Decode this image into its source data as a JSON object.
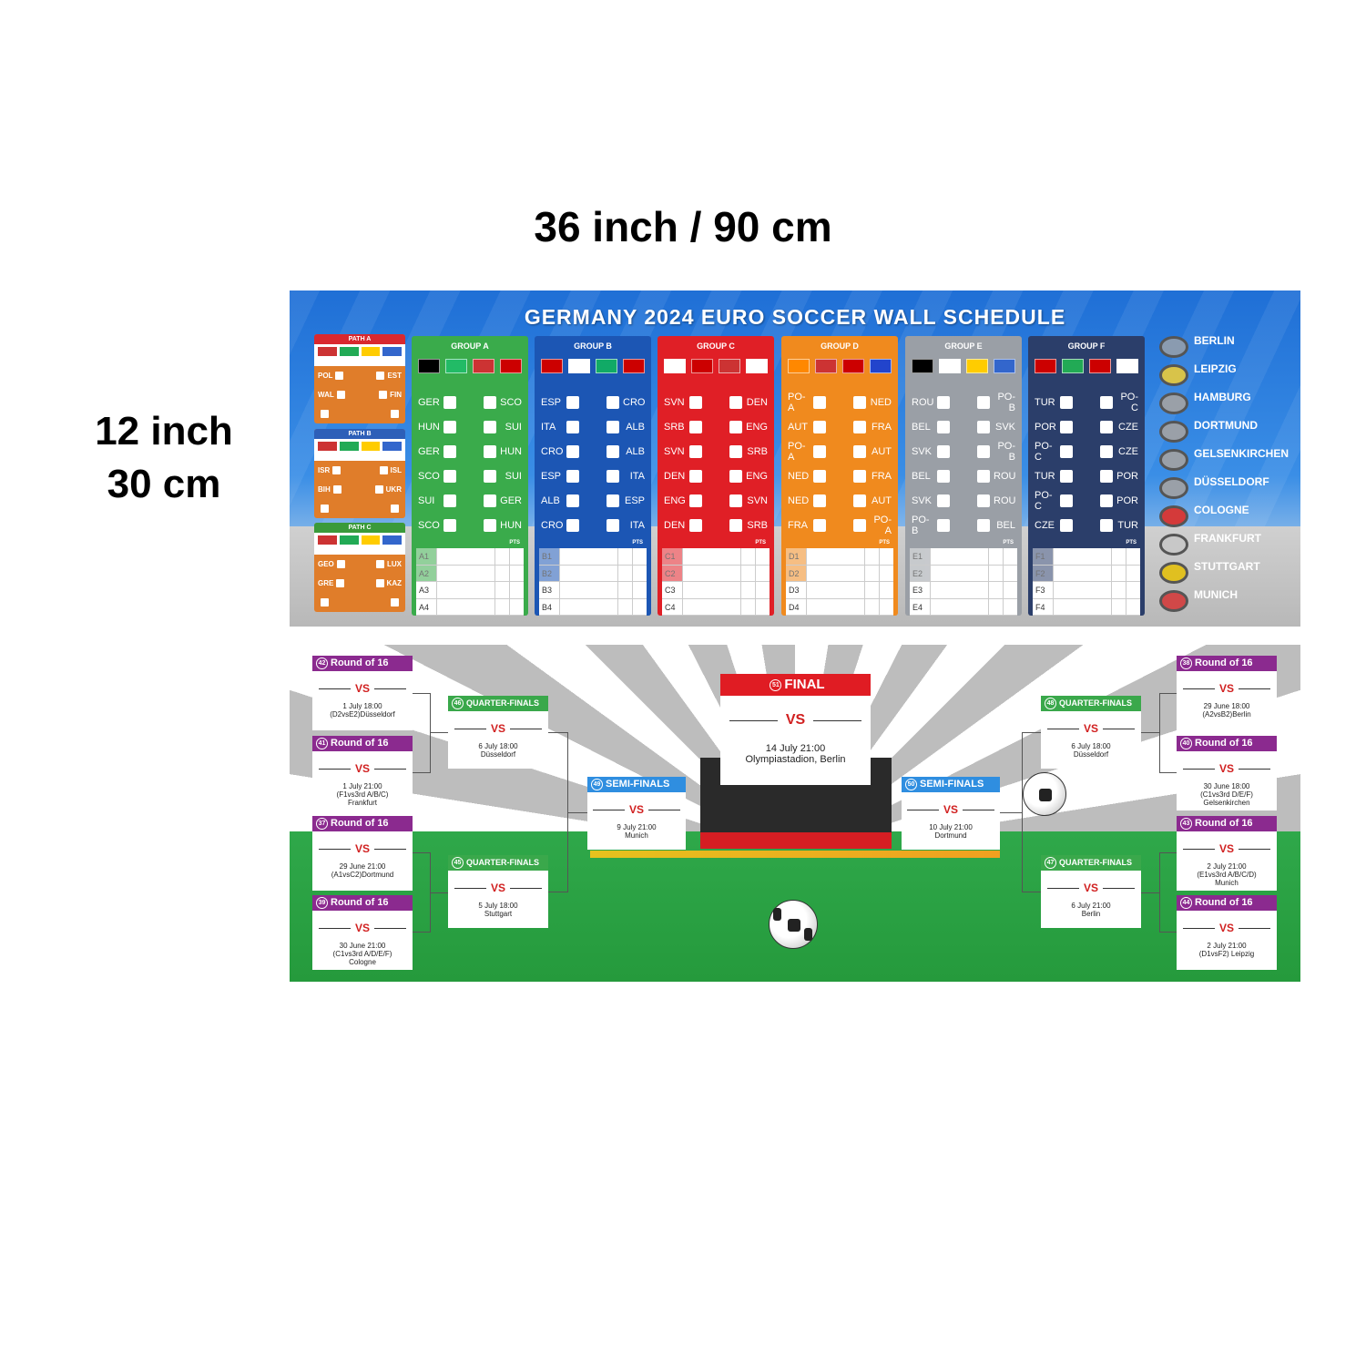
{
  "dimensions": {
    "width_label": "36 inch / 90 cm",
    "height_label_1": "12 inch",
    "height_label_2": "30 cm"
  },
  "poster_top": {
    "title": "GERMANY 2024 EURO SOCCER WALL SCHEDULE",
    "paths": [
      {
        "label": "PATH A",
        "color": "#d9282f",
        "body": "#e07d2a",
        "rows": [
          [
            "POL",
            "EST"
          ],
          [
            "WAL",
            "FIN"
          ],
          [
            "",
            ""
          ]
        ]
      },
      {
        "label": "PATH B",
        "color": "#2d5fb8",
        "body": "#e07d2a",
        "rows": [
          [
            "ISR",
            "ISL"
          ],
          [
            "BIH",
            "UKR"
          ],
          [
            "",
            ""
          ]
        ]
      },
      {
        "label": "PATH C",
        "color": "#3a9a3a",
        "body": "#e07d2a",
        "rows": [
          [
            "GEO",
            "LUX"
          ],
          [
            "GRE",
            "KAZ"
          ],
          [
            "",
            ""
          ]
        ]
      }
    ],
    "groups": [
      {
        "label": "GROUP A",
        "color": "#3aab4b",
        "rows": [
          [
            "GER",
            "SCO"
          ],
          [
            "HUN",
            "SUI"
          ],
          [
            "GER",
            "HUN"
          ],
          [
            "SCO",
            "SUI"
          ],
          [
            "SUI",
            "GER"
          ],
          [
            "SCO",
            "HUN"
          ]
        ],
        "table": [
          "A1",
          "A2",
          "A3",
          "A4"
        ]
      },
      {
        "label": "GROUP B",
        "color": "#1c56b4",
        "rows": [
          [
            "ESP",
            "CRO"
          ],
          [
            "ITA",
            "ALB"
          ],
          [
            "CRO",
            "ALB"
          ],
          [
            "ESP",
            "ITA"
          ],
          [
            "ALB",
            "ESP"
          ],
          [
            "CRO",
            "ITA"
          ]
        ],
        "table": [
          "B1",
          "B2",
          "B3",
          "B4"
        ]
      },
      {
        "label": "GROUP C",
        "color": "#e01f26",
        "rows": [
          [
            "SVN",
            "DEN"
          ],
          [
            "SRB",
            "ENG"
          ],
          [
            "SVN",
            "SRB"
          ],
          [
            "DEN",
            "ENG"
          ],
          [
            "ENG",
            "SVN"
          ],
          [
            "DEN",
            "SRB"
          ]
        ],
        "table": [
          "C1",
          "C2",
          "C3",
          "C4"
        ]
      },
      {
        "label": "GROUP D",
        "color": "#f08a1e",
        "rows": [
          [
            "PO-A",
            "NED"
          ],
          [
            "AUT",
            "FRA"
          ],
          [
            "PO-A",
            "AUT"
          ],
          [
            "NED",
            "FRA"
          ],
          [
            "NED",
            "AUT"
          ],
          [
            "FRA",
            "PO-A"
          ]
        ],
        "table": [
          "D1",
          "D2",
          "D3",
          "D4"
        ]
      },
      {
        "label": "GROUP E",
        "color": "#9a9fa6",
        "rows": [
          [
            "ROU",
            "PO-B"
          ],
          [
            "BEL",
            "SVK"
          ],
          [
            "SVK",
            "PO-B"
          ],
          [
            "BEL",
            "ROU"
          ],
          [
            "SVK",
            "ROU"
          ],
          [
            "PO-B",
            "BEL"
          ]
        ],
        "table": [
          "E1",
          "E2",
          "E3",
          "E4"
        ]
      },
      {
        "label": "GROUP F",
        "color": "#2b3e6a",
        "rows": [
          [
            "TUR",
            "PO-C"
          ],
          [
            "POR",
            "CZE"
          ],
          [
            "PO-C",
            "CZE"
          ],
          [
            "TUR",
            "POR"
          ],
          [
            "PO-C",
            "POR"
          ],
          [
            "CZE",
            "TUR"
          ]
        ],
        "table": [
          "F1",
          "F2",
          "F3",
          "F4"
        ]
      }
    ],
    "pts_label": "PTS",
    "cities": [
      "BERLIN",
      "LEIPZIG",
      "HAMBURG",
      "DORTMUND",
      "GELSENKIRCHEN",
      "DÜSSELDORF",
      "COLOGNE",
      "FRANKFURT",
      "STUTTGART",
      "MUNICH"
    ]
  },
  "poster_bottom": {
    "vs": "VS",
    "final": {
      "label": "FINAL",
      "num": "51",
      "date": "14 July 21:00",
      "venue": "Olympiastadion, Berlin"
    },
    "semis": [
      {
        "num": "49",
        "label": "SEMI-FINALS",
        "date": "9 July 21:00",
        "venue": "Munich"
      },
      {
        "num": "50",
        "label": "SEMI-FINALS",
        "date": "10 July 21:00",
        "venue": "Dortmund"
      }
    ],
    "quarters": [
      {
        "num": "46",
        "label": "QUARTER-FINALS",
        "date": "6 July 18:00",
        "venue": "Düsseldorf"
      },
      {
        "num": "45",
        "label": "QUARTER-FINALS",
        "date": "5 July 18:00",
        "venue": "Stuttgart"
      },
      {
        "num": "48",
        "label": "QUARTER-FINALS",
        "date": "6 July 18:00",
        "venue": "Düsseldorf"
      },
      {
        "num": "47",
        "label": "QUARTER-FINALS",
        "date": "6 July 21:00",
        "venue": "Berlin"
      }
    ],
    "round16": [
      {
        "num": "42",
        "label": "Round of 16",
        "l1": "1 July 18:00",
        "l2": "(D2vsE2)Düsseldorf",
        "l3": ""
      },
      {
        "num": "41",
        "label": "Round of 16",
        "l1": "1 July 21:00",
        "l2": "(F1vs3rd A/B/C)",
        "l3": "Frankfurt"
      },
      {
        "num": "37",
        "label": "Round of 16",
        "l1": "29 June 21:00",
        "l2": "(A1vsC2)Dortmund",
        "l3": ""
      },
      {
        "num": "39",
        "label": "Round of 16",
        "l1": "30 June 21:00",
        "l2": "(C1vs3rd A/D/E/F)",
        "l3": "Cologne"
      },
      {
        "num": "38",
        "label": "Round of 16",
        "l1": "29 June 18:00",
        "l2": "(A2vsB2)Berlin",
        "l3": ""
      },
      {
        "num": "40",
        "label": "Round of 16",
        "l1": "30 June 18:00",
        "l2": "(C1vs3rd D/E/F)",
        "l3": "Gelsenkirchen"
      },
      {
        "num": "43",
        "label": "Round of 16",
        "l1": "2 July 21:00",
        "l2": "(E1vs3rd A/B/C/D)",
        "l3": "Munich"
      },
      {
        "num": "44",
        "label": "Round of 16",
        "l1": "2 July 21:00",
        "l2": "(D1vsF2) Leipzig",
        "l3": ""
      }
    ]
  }
}
